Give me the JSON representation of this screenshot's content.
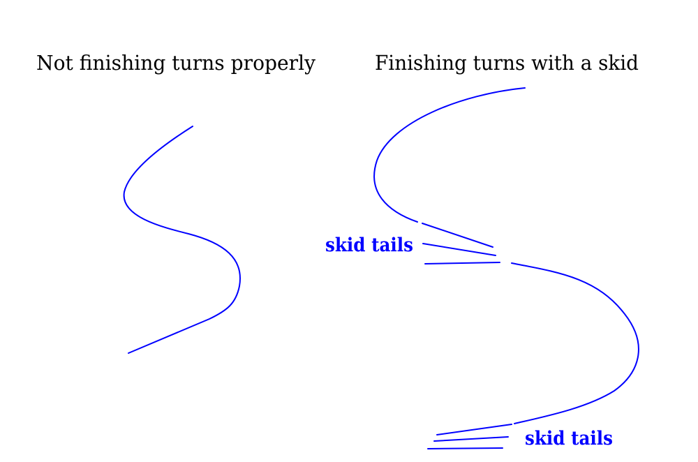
{
  "panels": [
    {
      "title": "Not finishing turns properly"
    },
    {
      "title": "Finishing turns with a skid",
      "labels": [
        "skid tails",
        "skid tails"
      ]
    }
  ],
  "colors": {
    "path": "#0000ff",
    "label": "#0000ff",
    "title": "#000000"
  }
}
